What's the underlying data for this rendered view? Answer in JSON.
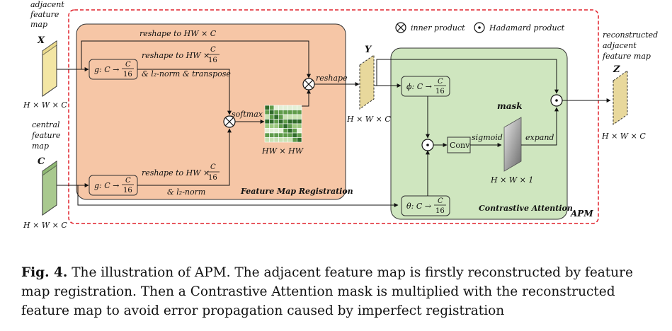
{
  "figure": {
    "inputs": {
      "x": {
        "title_lines": [
          "adjacent",
          "feature",
          "map"
        ],
        "symbol": "X",
        "dims": "H × W × C"
      },
      "c": {
        "title_lines": [
          "central",
          "feature",
          "map"
        ],
        "symbol": "C",
        "dims": "H × W × C"
      }
    },
    "legend": {
      "inner_product": "inner product",
      "hadamard_product": "Hadamard product"
    },
    "fmr": {
      "title": "Feature Map Registration",
      "reshape_top": "reshape to  HW × C",
      "g_top": {
        "lhs": "g: C →",
        "num": "C",
        "den": "16"
      },
      "reshape_mid_top": "reshape to HW ×",
      "reshape_mid_top_num": "C",
      "reshape_mid_top_den": "16",
      "l2_transpose": "& l₂-norm & transpose",
      "softmax": "softmax",
      "hw_hw": "HW × HW",
      "reshape_mid_bot": "reshape to HW ×",
      "reshape_mid_bot_num": "C",
      "reshape_mid_bot_den": "16",
      "l2_norm": "& l₂-norm",
      "g_bot": {
        "lhs": "g: C →",
        "num": "C",
        "den": "16"
      },
      "reshape_out": "reshape"
    },
    "y": {
      "symbol": "Y",
      "dims": "H × W × C"
    },
    "ca": {
      "title": "Contrastive Attention",
      "phi": {
        "lhs": "ϕ: C →",
        "num": "C",
        "den": "16"
      },
      "theta": {
        "lhs": "θ: C →",
        "num": "C",
        "den": "16"
      },
      "conv": "Conv",
      "sigmoid": "sigmoid",
      "expand": "expand",
      "mask": "mask",
      "mask_dims": "H × W × 1"
    },
    "apm": "APM",
    "z": {
      "title_lines": [
        "reconstructed",
        "adjacent",
        "feature map"
      ],
      "symbol": "Z",
      "dims": "H × W × C"
    }
  },
  "caption": {
    "label": "Fig. 4.",
    "text": "The illustration of APM. The adjacent feature map is firstly reconstructed by feature map registration. Then a Contrastive Attention mask is multiplied with the reconstructed feature map to avoid error propagation caused by imperfect registration"
  },
  "colors": {
    "fmr_fill": "#f6c6a6",
    "ca_fill": "#cfe6bf",
    "apm_border": "#e0202a",
    "x_fill": "#f3e6a4",
    "c_fill": "#a9c98f",
    "yz_fill": "#e8d89c"
  }
}
